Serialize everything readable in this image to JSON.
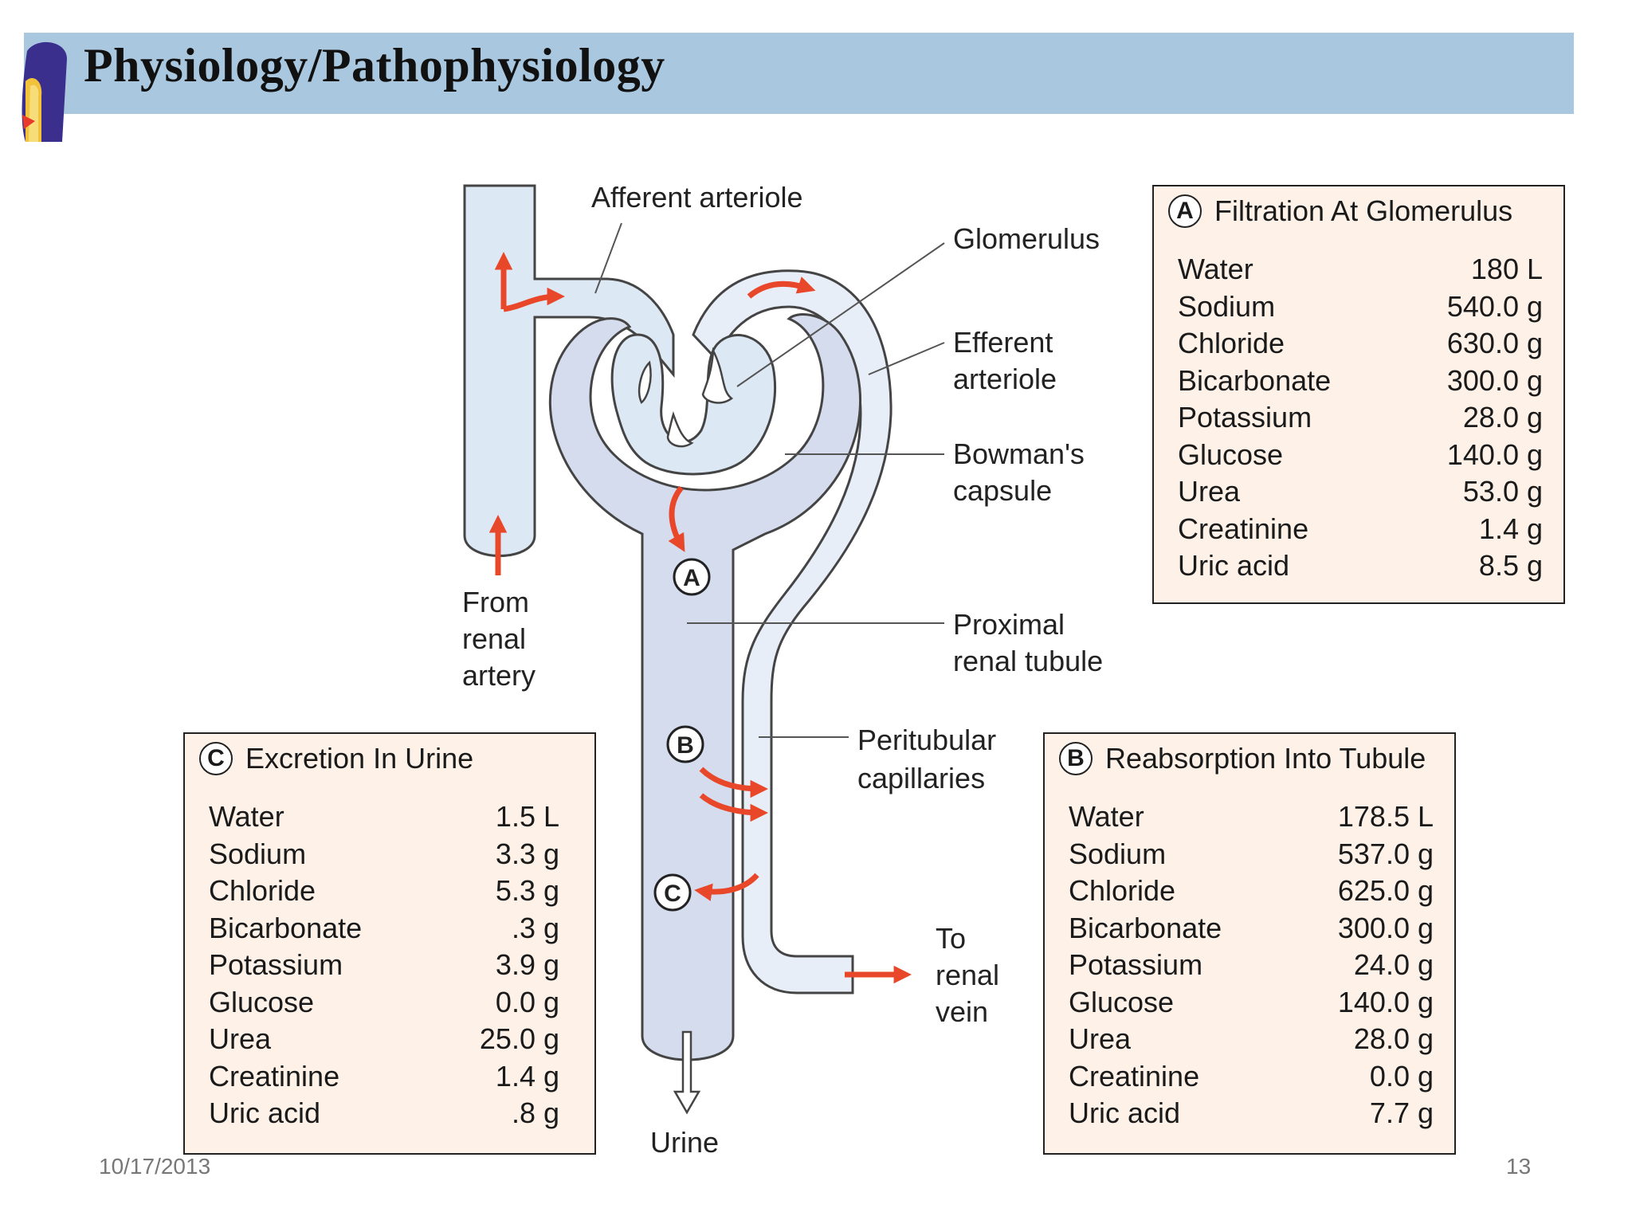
{
  "slide": {
    "title": "Physiology/Pathophysiology",
    "date": "10/17/2013",
    "page_number": "13"
  },
  "diagram_labels": {
    "afferent": "Afferent arteriole",
    "glomerulus": "Glomerulus",
    "efferent_1": "Efferent",
    "efferent_2": "arteriole",
    "bowmans_1": "Bowman's",
    "bowmans_2": "capsule",
    "from_1": "From",
    "from_2": "renal",
    "from_3": "artery",
    "proximal_1": "Proximal",
    "proximal_2": "renal tubule",
    "peritubular_1": "Peritubular",
    "peritubular_2": "capillaries",
    "vein_1": "To",
    "vein_2": "renal",
    "vein_3": "vein",
    "urine": "Urine",
    "marker_a": "A",
    "marker_b": "B",
    "marker_c": "C"
  },
  "panels": {
    "filtration": {
      "letter": "A",
      "title": "Filtration At Glomerulus",
      "rows": [
        {
          "name": "Water",
          "value": "180 L"
        },
        {
          "name": "Sodium",
          "value": "540.0 g"
        },
        {
          "name": "Chloride",
          "value": "630.0 g"
        },
        {
          "name": "Bicarbonate",
          "value": "300.0 g"
        },
        {
          "name": "Potassium",
          "value": "28.0 g"
        },
        {
          "name": "Glucose",
          "value": "140.0 g"
        },
        {
          "name": "Urea",
          "value": "53.0 g"
        },
        {
          "name": "Creatinine",
          "value": "1.4 g"
        },
        {
          "name": "Uric acid",
          "value": "8.5 g"
        }
      ]
    },
    "excretion": {
      "letter": "C",
      "title": "Excretion In Urine",
      "rows": [
        {
          "name": "Water",
          "value": "1.5 L"
        },
        {
          "name": "Sodium",
          "value": "3.3 g"
        },
        {
          "name": "Chloride",
          "value": "5.3 g"
        },
        {
          "name": "Bicarbonate",
          "value": ".3 g"
        },
        {
          "name": "Potassium",
          "value": "3.9 g"
        },
        {
          "name": "Glucose",
          "value": "0.0 g"
        },
        {
          "name": "Urea",
          "value": "25.0 g"
        },
        {
          "name": "Creatinine",
          "value": "1.4 g"
        },
        {
          "name": "Uric acid",
          "value": ".8 g"
        }
      ]
    },
    "reabsorption": {
      "letter": "B",
      "title": "Reabsorption Into Tubule",
      "rows": [
        {
          "name": "Water",
          "value": "178.5 L"
        },
        {
          "name": "Sodium",
          "value": "537.0 g"
        },
        {
          "name": "Chloride",
          "value": "625.0 g"
        },
        {
          "name": "Bicarbonate",
          "value": "300.0 g"
        },
        {
          "name": "Potassium",
          "value": "24.0 g"
        },
        {
          "name": "Glucose",
          "value": "140.0 g"
        },
        {
          "name": "Urea",
          "value": "28.0 g"
        },
        {
          "name": "Creatinine",
          "value": "0.0 g"
        },
        {
          "name": "Uric acid",
          "value": "7.7 g"
        }
      ]
    }
  },
  "colors": {
    "header_bar": "#a9c8e0",
    "tubule_fill": "#d4dcee",
    "vessel_fill": "#dde8f5",
    "arrow": "#e8472a",
    "panel_fill": "#fdf1e8"
  },
  "icons": {
    "logo": "kidney-logo-icon",
    "arrows": "red-flow-arrow-icon",
    "urine_arrow": "hollow-down-arrow-icon"
  }
}
